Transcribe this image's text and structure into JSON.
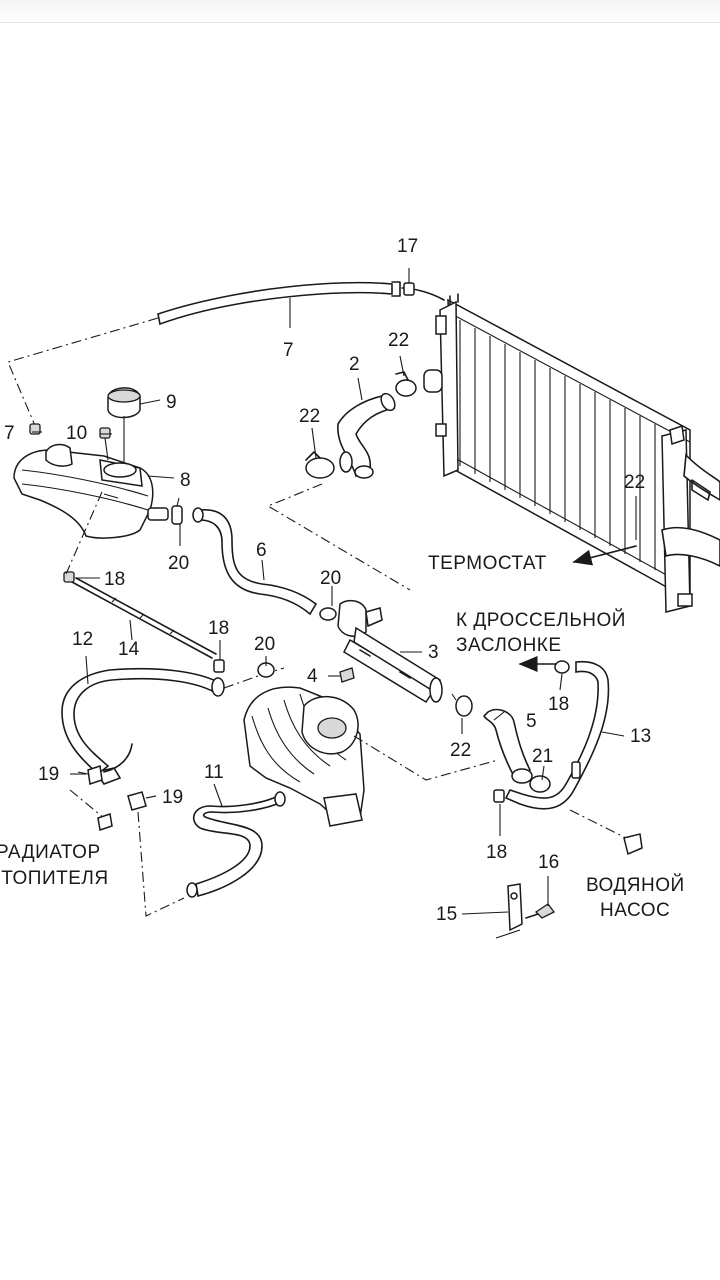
{
  "callouts": {
    "c17": "17",
    "c7_top": "7",
    "c22_a": "22",
    "c2": "2",
    "c22_b": "22",
    "c9": "9",
    "c7_left": "7",
    "c10": "10",
    "c8": "8",
    "c22_c": "22",
    "c6": "6",
    "c20_a": "20",
    "c20_b": "20",
    "c18_a": "18",
    "c14": "14",
    "c12": "12",
    "c18_b": "18",
    "c20_c": "20",
    "c3": "3",
    "c4": "4",
    "c18_c": "18",
    "c5": "5",
    "c22_d": "22",
    "c13": "13",
    "c21": "21",
    "c11": "11",
    "c19_a": "19",
    "c19_b": "19",
    "c18_d": "18",
    "c16": "16",
    "c15": "15"
  },
  "notes": {
    "thermostat": "ТЕРМОСТАТ",
    "throttle_line1": "К ДРОССЕЛЬНОЙ",
    "throttle_line2": "ЗАСЛОНКЕ",
    "heater_line1": "РАДИАТОР",
    "heater_line2": "ОТОПИТЕЛЯ",
    "pump_line1": "ВОДЯНОЙ",
    "pump_line2": "НАСОС"
  }
}
